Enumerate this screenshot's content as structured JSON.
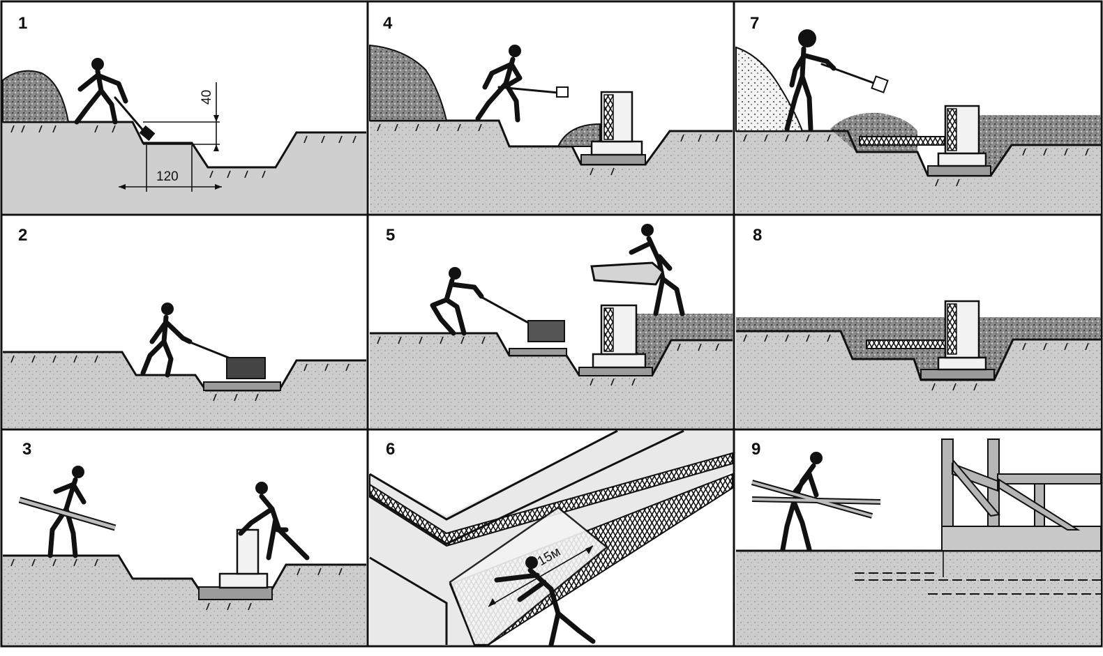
{
  "panels": [
    {
      "number": "1",
      "dimensions": [
        "40",
        "120"
      ]
    },
    {
      "number": "2"
    },
    {
      "number": "3"
    },
    {
      "number": "4"
    },
    {
      "number": "5"
    },
    {
      "number": "6",
      "dimension": "15м"
    },
    {
      "number": "7"
    },
    {
      "number": "8"
    },
    {
      "number": "9"
    }
  ]
}
